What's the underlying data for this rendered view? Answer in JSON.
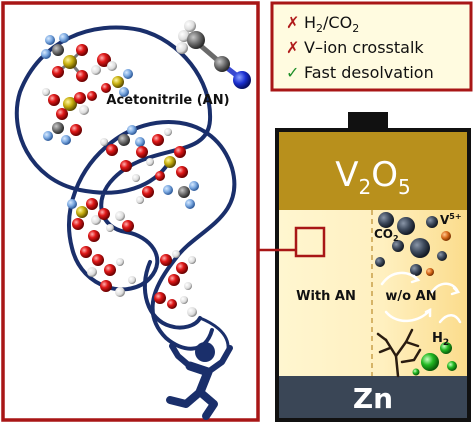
{
  "legend": {
    "items": [
      {
        "mark": "✗",
        "mark_color": "#b01c1c",
        "text_main": "H",
        "text_sub": "2",
        "text_after": "/CO",
        "text_sub2": "2"
      },
      {
        "mark": "✗",
        "mark_color": "#b01c1c",
        "text_main": "V–ion crosstalk"
      },
      {
        "mark": "✓",
        "mark_color": "#1f8f2a",
        "text_main": "Fast desolvation"
      }
    ],
    "border_color": "#a81616",
    "background": "#fffbe0"
  },
  "solvation_panel": {
    "label": "Acetonitrile (AN)",
    "border_color": "#a81616",
    "ribbon_color": "#1a2f6b"
  },
  "cell": {
    "cathode": {
      "main": "V",
      "sub1": "2",
      "mid": "O",
      "sub2": "5",
      "color": "#b8901c"
    },
    "anode": {
      "label": "Zn",
      "color": "#3a4656"
    },
    "left_label": "With AN",
    "right_label": "w/o AN",
    "co2_label": "CO",
    "co2_sub": "2",
    "v_label": "V",
    "v_sup": "5+",
    "h2_label": "H",
    "h2_sub": "2",
    "electrolyte_color": "#fff2c2",
    "electrolyte_dark": "#fbe2a0"
  }
}
